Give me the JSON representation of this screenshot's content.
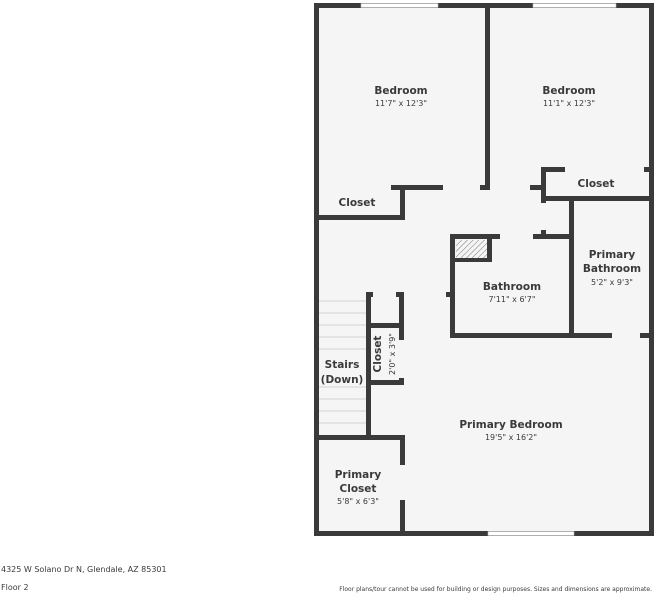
{
  "floorplan": {
    "rooms": [
      {
        "name": "Bedroom",
        "dims": "11'7\" x 12'3\""
      },
      {
        "name": "Bedroom",
        "dims": "11'1\" x 12'3\""
      },
      {
        "name": "Closet"
      },
      {
        "name": "Closet"
      },
      {
        "name_lines": [
          "Primary",
          "Bathroom"
        ],
        "dims": "5'2\" x 9'3\""
      },
      {
        "name": "Bathroom",
        "dims": "7'11\" x 6'7\""
      },
      {
        "name_lines": [
          "Stairs",
          "(Down)"
        ]
      },
      {
        "name": "Closet",
        "dims": "2'0\" x 3'9\""
      },
      {
        "name": "Primary Bedroom",
        "dims": "19'5\" x 16'2\""
      },
      {
        "name_lines": [
          "Primary",
          "Closet"
        ],
        "dims": "5'8\" x 6'3\""
      }
    ],
    "colors": {
      "wall": "#3a3a3a",
      "floor": "#f5f5f5"
    }
  },
  "footer": {
    "address": "4325 W Solano Dr N, Glendale, AZ 85301",
    "floor": "Floor 2",
    "disclaimer": "Floor plans/tour cannot be used for building or design purposes. Sizes and dimensions are approximate."
  }
}
